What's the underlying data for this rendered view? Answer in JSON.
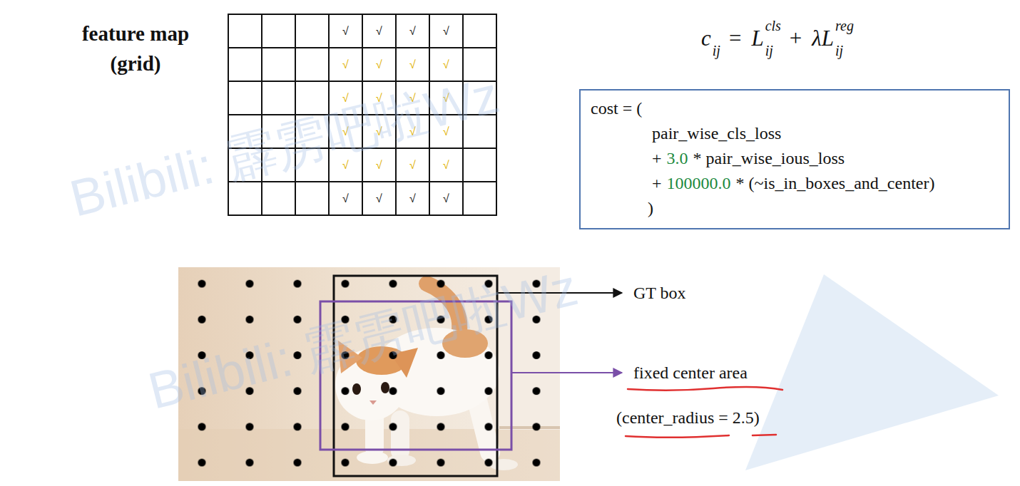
{
  "diagram": {
    "nodes": [
      {
        "text": [
          "cost = (",
          "pair_wise_cls_loss",
          "+",
          "3.0",
          "* pair_wise_ious_loss",
          "+",
          "100000.0",
          "* (~is_in_boxes_and_center)",
          ")"
        ]
      }
    ],
    "labels": [
      "feature map (grid)",
      "√",
      "√",
      "√",
      "√",
      "√",
      "√",
      "√",
      "√",
      "√",
      "√",
      "√",
      "√",
      "√",
      "√",
      "√",
      "√",
      "√",
      "√",
      "√",
      "√",
      "√",
      "√",
      "√",
      "√",
      "c",
      "ij",
      "=",
      "L",
      "cls",
      "ij",
      "+",
      "λL",
      "reg",
      "ij",
      "GT box",
      "fixed center area",
      "(center_radius = 2.5)",
      "Bilibili: 霹雳吧啦Wz",
      "Bilibili: 霹雳吧啦Wz"
    ]
  }
}
